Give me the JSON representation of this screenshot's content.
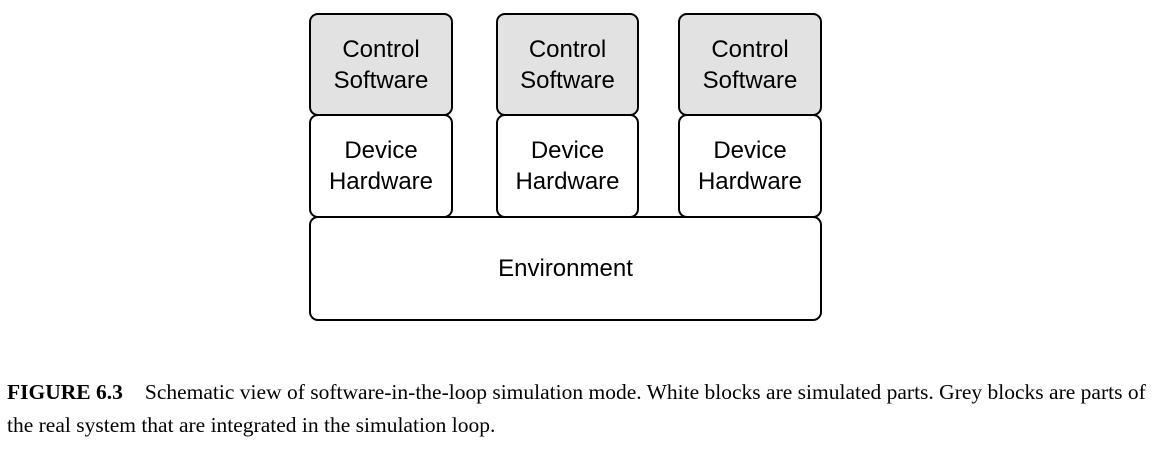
{
  "diagram": {
    "software_blocks": [
      {
        "label": "Control\nSoftware"
      },
      {
        "label": "Control\nSoftware"
      },
      {
        "label": "Control\nSoftware"
      }
    ],
    "hardware_blocks": [
      {
        "label": "Device\nHardware"
      },
      {
        "label": "Device\nHardware"
      },
      {
        "label": "Device\nHardware"
      }
    ],
    "environment_block": {
      "label": "Environment"
    },
    "colors": {
      "grey_block": "#e2e2e2",
      "white_block": "#ffffff",
      "border": "#000000"
    }
  },
  "caption": {
    "label": "FIGURE 6.3",
    "text": "Schematic view of software-in-the-loop simulation mode. White blocks are simulated parts. Grey blocks are parts of the real system that are integrated in the simulation loop."
  }
}
